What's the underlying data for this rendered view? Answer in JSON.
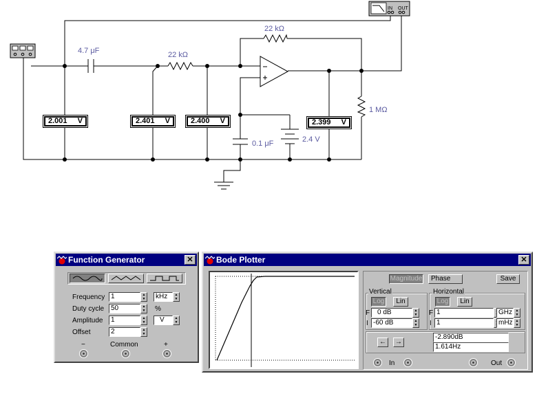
{
  "circuit": {
    "labels": {
      "cap1": "4.7 μF",
      "res_feedback": "22 kΩ",
      "res_input": "22 kΩ",
      "res_load": "1 MΩ",
      "cap2": "0.1 μF",
      "battery": "2.4 V"
    },
    "bode_connector": {
      "in": "IN",
      "out": "OUT"
    },
    "voltmeters": [
      {
        "value": "2.001",
        "unit": "V"
      },
      {
        "value": "2.401",
        "unit": "V"
      },
      {
        "value": "2.400",
        "unit": "V"
      },
      {
        "value": "2.399",
        "unit": "V"
      }
    ]
  },
  "function_generator": {
    "title": "Function Generator",
    "close": "✕",
    "rows": [
      {
        "label": "Frequency",
        "value": "1",
        "unit": "kHz",
        "unit_dropdown": true
      },
      {
        "label": "Duty cycle",
        "value": "50",
        "unit": "%",
        "unit_dropdown": false
      },
      {
        "label": "Amplitude",
        "value": "1",
        "unit": "V",
        "unit_dropdown": true
      },
      {
        "label": "Offset",
        "value": "2",
        "unit": "",
        "unit_dropdown": false
      }
    ],
    "terminals": {
      "minus": "−",
      "common": "Common",
      "plus": "+"
    }
  },
  "bode_plotter": {
    "title": "Bode Plotter",
    "close": "✕",
    "buttons": {
      "magnitude": "Magnitude",
      "phase": "Phase",
      "save": "Save"
    },
    "vertical": {
      "title": "Vertical",
      "log": "Log",
      "lin": "Lin",
      "f_label": "F",
      "f_value": "0 dB",
      "i_label": "I",
      "i_value": "-60 dB"
    },
    "horizontal": {
      "title": "Horizontal",
      "log": "Log",
      "lin": "Lin",
      "f_label": "F",
      "f_value": "1",
      "f_unit": "GHz",
      "i_label": "I",
      "i_value": "1",
      "i_unit": "mHz"
    },
    "nav": {
      "left": "←",
      "right": "→"
    },
    "readout": {
      "db": "-2.890dB",
      "freq": "1.614Hz"
    },
    "terminals": {
      "in": "In",
      "out": "Out"
    },
    "colors": {
      "plot_bg": "#ffffff",
      "trace": "#000000",
      "grid": "#000000"
    }
  }
}
